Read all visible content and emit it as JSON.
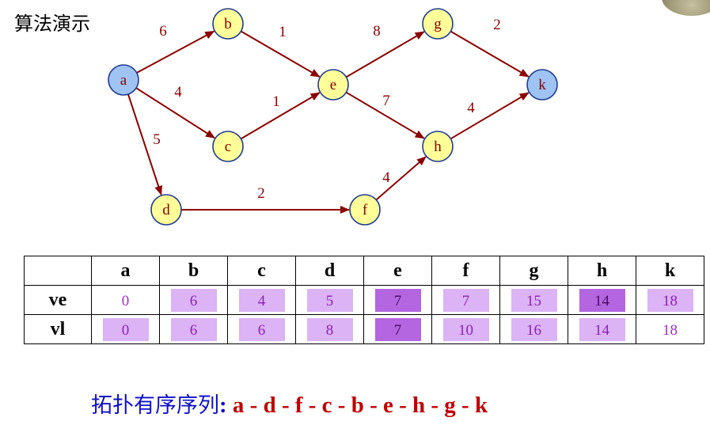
{
  "title": "算法演示",
  "colors": {
    "node_default": "#ffff99",
    "node_endpoint": "#9fc3f2",
    "edge": "#8b0000",
    "label_text": "#800000",
    "highlight_light": "#dcb3f5",
    "highlight_dark": "#b366e0"
  },
  "nodes": [
    {
      "id": "a",
      "label": "a",
      "kind": "endpoint"
    },
    {
      "id": "b",
      "label": "b",
      "kind": "default"
    },
    {
      "id": "c",
      "label": "c",
      "kind": "default"
    },
    {
      "id": "d",
      "label": "d",
      "kind": "default"
    },
    {
      "id": "e",
      "label": "e",
      "kind": "default"
    },
    {
      "id": "f",
      "label": "f",
      "kind": "default"
    },
    {
      "id": "g",
      "label": "g",
      "kind": "default"
    },
    {
      "id": "h",
      "label": "h",
      "kind": "default"
    },
    {
      "id": "k",
      "label": "k",
      "kind": "endpoint"
    }
  ],
  "edges": [
    {
      "from": "a",
      "to": "b",
      "weight": "6"
    },
    {
      "from": "a",
      "to": "c",
      "weight": "4"
    },
    {
      "from": "a",
      "to": "d",
      "weight": "5"
    },
    {
      "from": "b",
      "to": "e",
      "weight": "1"
    },
    {
      "from": "c",
      "to": "e",
      "weight": "1"
    },
    {
      "from": "d",
      "to": "f",
      "weight": "2"
    },
    {
      "from": "e",
      "to": "g",
      "weight": "8"
    },
    {
      "from": "e",
      "to": "h",
      "weight": "7"
    },
    {
      "from": "f",
      "to": "h",
      "weight": "4"
    },
    {
      "from": "g",
      "to": "k",
      "weight": "2"
    },
    {
      "from": "h",
      "to": "k",
      "weight": "4"
    }
  ],
  "table": {
    "columns": [
      "a",
      "b",
      "c",
      "d",
      "e",
      "f",
      "g",
      "h",
      "k"
    ],
    "rows": [
      {
        "label": "ve",
        "cells": [
          {
            "value": "0",
            "style": "plain"
          },
          {
            "value": "6",
            "style": "light"
          },
          {
            "value": "4",
            "style": "light"
          },
          {
            "value": "5",
            "style": "light"
          },
          {
            "value": "7",
            "style": "dark"
          },
          {
            "value": "7",
            "style": "light"
          },
          {
            "value": "15",
            "style": "light"
          },
          {
            "value": "14",
            "style": "dark"
          },
          {
            "value": "18",
            "style": "light"
          }
        ]
      },
      {
        "label": "vl",
        "cells": [
          {
            "value": "0",
            "style": "light"
          },
          {
            "value": "6",
            "style": "light"
          },
          {
            "value": "6",
            "style": "light"
          },
          {
            "value": "8",
            "style": "light"
          },
          {
            "value": "7",
            "style": "dark"
          },
          {
            "value": "10",
            "style": "light"
          },
          {
            "value": "16",
            "style": "light"
          },
          {
            "value": "14",
            "style": "light"
          },
          {
            "value": "18",
            "style": "plain"
          }
        ]
      }
    ]
  },
  "topological_order": {
    "label": "拓扑有序序列",
    "colon": ":",
    "sequence": "a - d - f - c - b - e - h - g - k"
  }
}
